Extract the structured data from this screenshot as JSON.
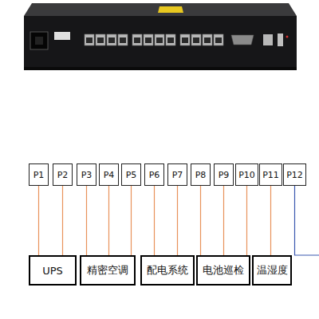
{
  "diagram": {
    "nodes": [
      {
        "text": [
          "P1"
        ]
      },
      {
        "text": [
          "P2"
        ]
      },
      {
        "text": [
          "P3"
        ]
      },
      {
        "text": [
          "P4"
        ]
      },
      {
        "text": [
          "P5"
        ]
      },
      {
        "text": [
          "P6"
        ]
      },
      {
        "text": [
          "P7"
        ]
      },
      {
        "text": [
          "P8"
        ]
      },
      {
        "text": [
          "P9"
        ]
      },
      {
        "text": [
          "P10"
        ]
      },
      {
        "text": [
          "P11"
        ]
      },
      {
        "text": [
          "P12"
        ]
      },
      {
        "text": [
          "UPS"
        ]
      },
      {
        "text": [
          "精密空调"
        ]
      },
      {
        "text": [
          "配电系统"
        ]
      },
      {
        "text": [
          "电池巡检"
        ]
      },
      {
        "text": [
          "温湿度"
        ]
      }
    ],
    "edges": [
      {
        "from": 0,
        "to": 12,
        "arrow": "none"
      },
      {
        "from": 1,
        "to": 12,
        "arrow": "none"
      },
      {
        "from": 2,
        "to": 13,
        "arrow": "none"
      },
      {
        "from": 3,
        "to": 13,
        "arrow": "none"
      },
      {
        "from": 4,
        "to": 13,
        "arrow": "none"
      },
      {
        "from": 5,
        "to": 14,
        "arrow": "none"
      },
      {
        "from": 6,
        "to": 14,
        "arrow": "none"
      },
      {
        "from": 7,
        "to": 15,
        "arrow": "none"
      },
      {
        "from": 8,
        "to": 15,
        "arrow": "none"
      },
      {
        "from": 9,
        "to": 15,
        "arrow": "none"
      },
      {
        "from": 10,
        "to": 16,
        "arrow": "none"
      }
    ]
  }
}
